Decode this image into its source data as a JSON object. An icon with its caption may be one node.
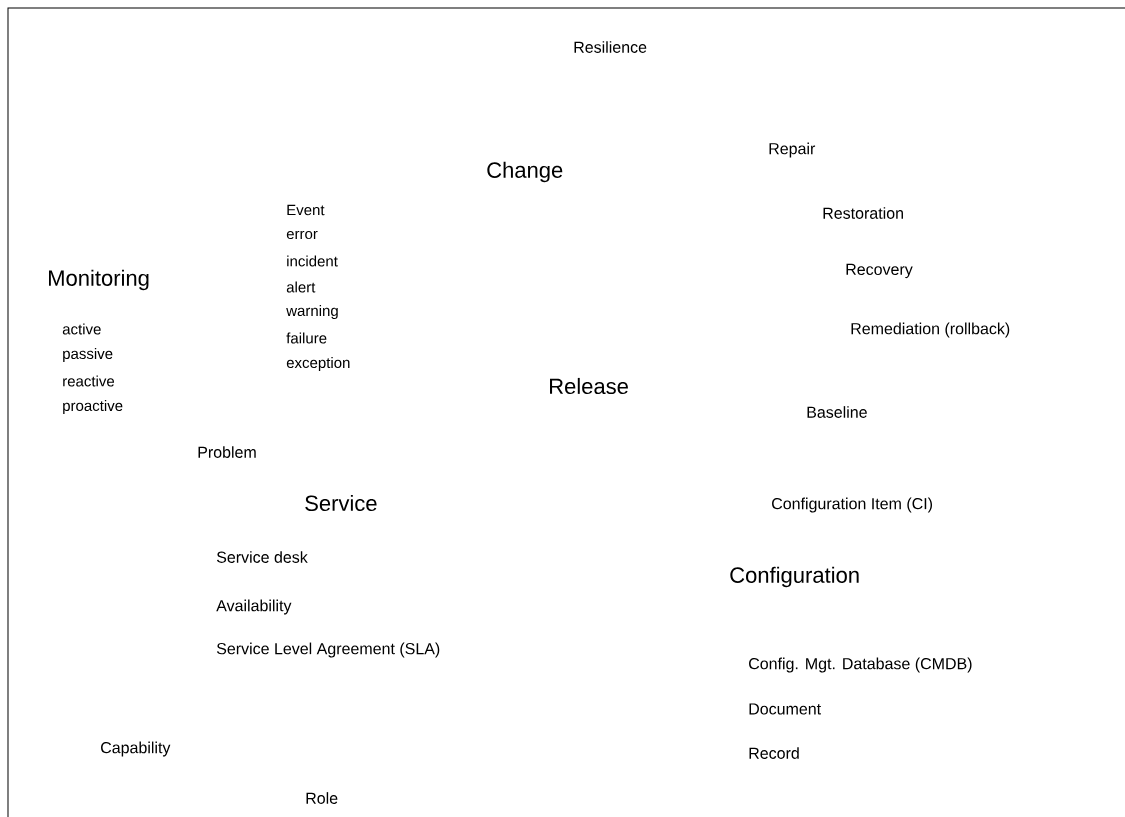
{
  "diagram": {
    "labels": [
      "Resilience",
      "Change",
      "Repair",
      "Event",
      "error",
      "incident",
      "alert",
      "warning",
      "failure",
      "exception",
      "Restoration",
      "Monitoring",
      "Recovery",
      "active",
      "passive",
      "reactive",
      "proactive",
      "Remediation (rollback)",
      "Release",
      "Baseline",
      "Problem",
      "Service",
      "Configuration Item (CI)",
      "Service desk",
      "Configuration",
      "Availability",
      "Service Level Agreement (SLA)",
      "Config. Mgt. Database (CMDB)",
      "Document",
      "Capability",
      "Record",
      "Role"
    ]
  }
}
